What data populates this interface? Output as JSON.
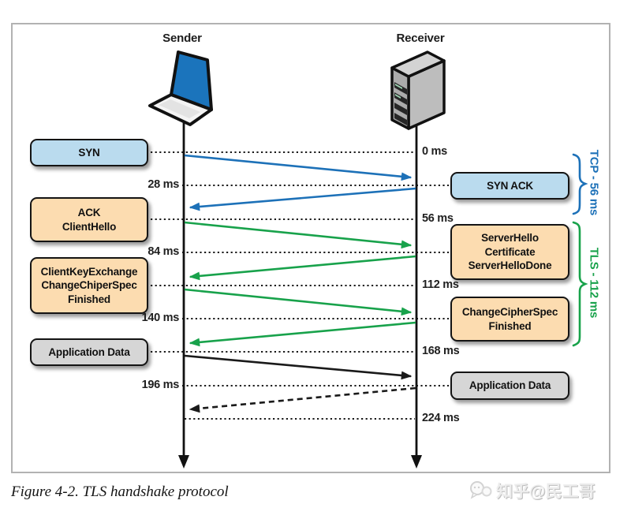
{
  "actors": {
    "sender": "Sender",
    "receiver": "Receiver"
  },
  "messages": {
    "left": [
      {
        "label": "SYN",
        "type": "tcp"
      },
      {
        "label": "ACK\nClientHello",
        "type": "tls"
      },
      {
        "label": "ClientKeyExchange\nChangeChiperSpec\nFinished",
        "type": "tls"
      },
      {
        "label": "Application Data",
        "type": "data"
      }
    ],
    "right": [
      {
        "label": "SYN ACK",
        "type": "tcp"
      },
      {
        "label": "ServerHello\nCertificate\nServerHelloDone",
        "type": "tls"
      },
      {
        "label": "ChangeCipherSpec\nFinished",
        "type": "tls"
      },
      {
        "label": "Application Data",
        "type": "data"
      }
    ]
  },
  "timeline": {
    "left": [
      "28 ms",
      "84 ms",
      "140 ms",
      "196 ms"
    ],
    "right": [
      "0 ms",
      "56 ms",
      "112 ms",
      "168 ms",
      "224 ms"
    ]
  },
  "braces": [
    {
      "label": "TCP - 56 ms",
      "color": "#1d71b8"
    },
    {
      "label": "TLS - 112 ms",
      "color": "#18a24b"
    }
  ],
  "caption": "Figure 4-2. TLS handshake protocol",
  "watermark": "知乎@民工哥",
  "colors": {
    "tcp_fill": "#badbee",
    "tls_fill": "#fcdcb0",
    "data_fill": "#d6d6d6",
    "tcp_arrow": "#1d71b8",
    "tls_arrow": "#18a24b",
    "data_arrow": "#1a1a1a",
    "frame_border": "#b2b2b2"
  }
}
